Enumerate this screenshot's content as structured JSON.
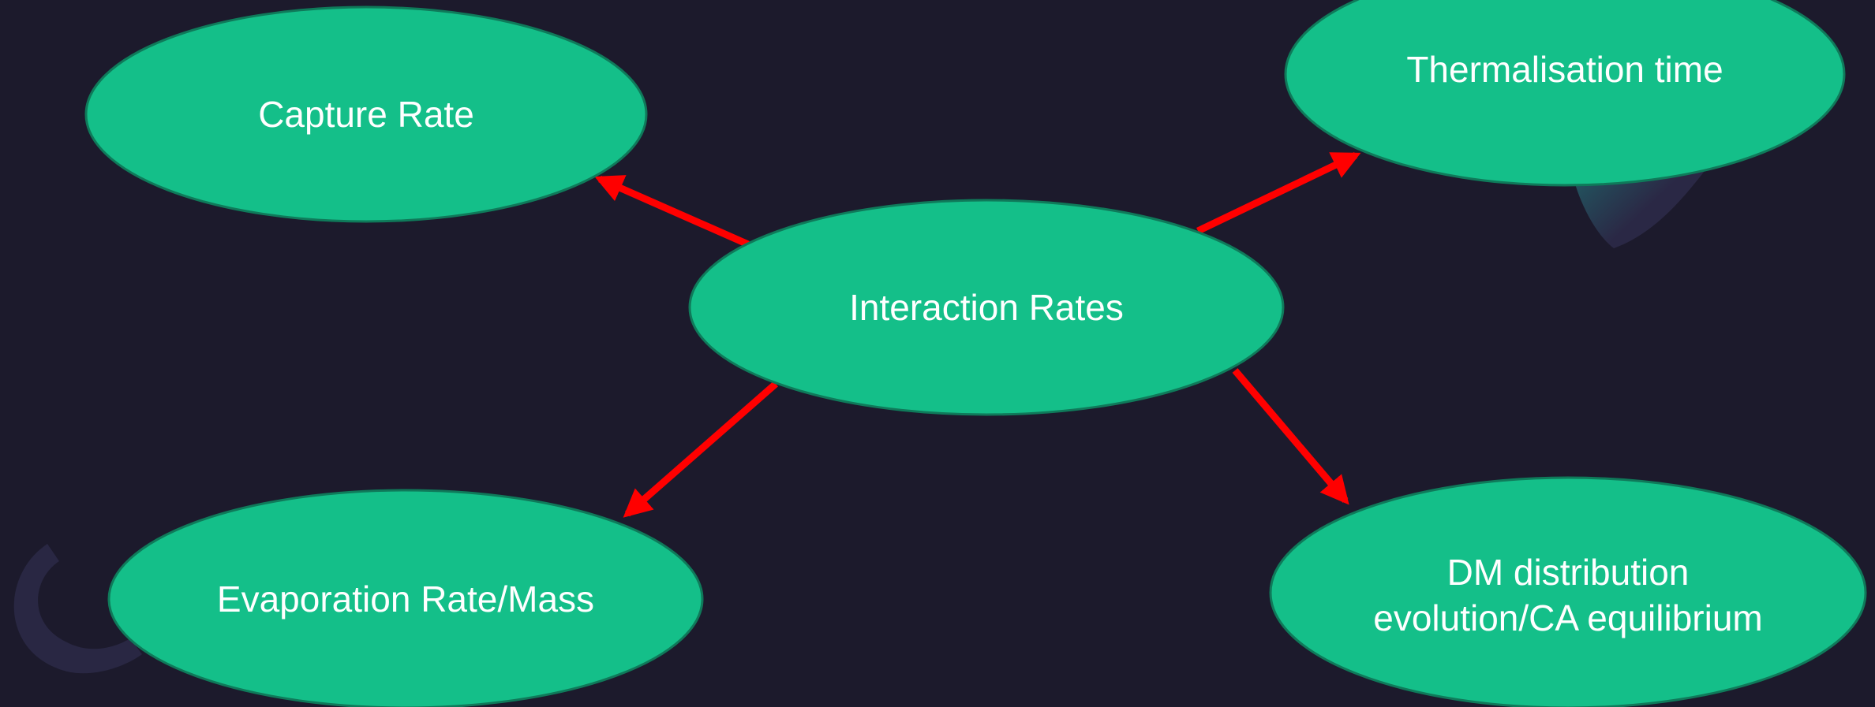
{
  "colors": {
    "background": "#1c1a2c",
    "node_fill": "#14bf89",
    "node_stroke": "#0f7a5a",
    "arrow": "#ff0000",
    "decor_dark": "#2c2a48",
    "decor_teal": "#1c7f7a"
  },
  "nodes": {
    "center": {
      "label": "Interaction Rates"
    },
    "capture": {
      "label": "Capture Rate"
    },
    "thermalisation": {
      "label": "Thermalisation time"
    },
    "evaporation": {
      "label": "Evaporation Rate/Mass"
    },
    "distribution": {
      "line1": "DM distribution",
      "line2": "evolution/CA equilibrium"
    }
  }
}
